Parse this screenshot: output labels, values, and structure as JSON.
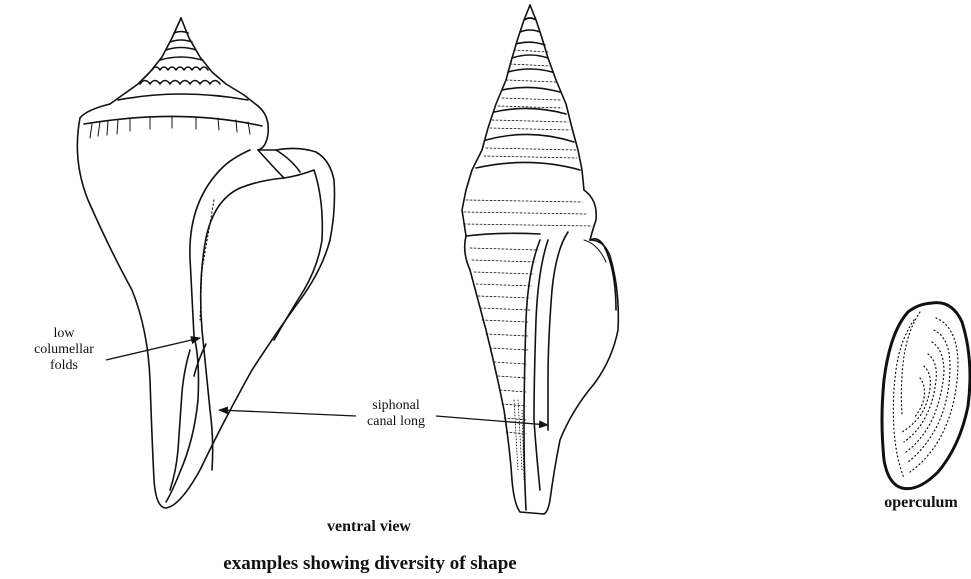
{
  "labels": {
    "columellar_line1": "low",
    "columellar_line2": "columellar",
    "columellar_line3": "folds",
    "siphonal_line1": "siphonal",
    "siphonal_line2": "canal long",
    "ventral_view": "ventral view",
    "operculum": "operculum",
    "caption": "examples showing diversity of shape"
  },
  "colors": {
    "ink": "#111111",
    "paper": "#ffffff"
  }
}
